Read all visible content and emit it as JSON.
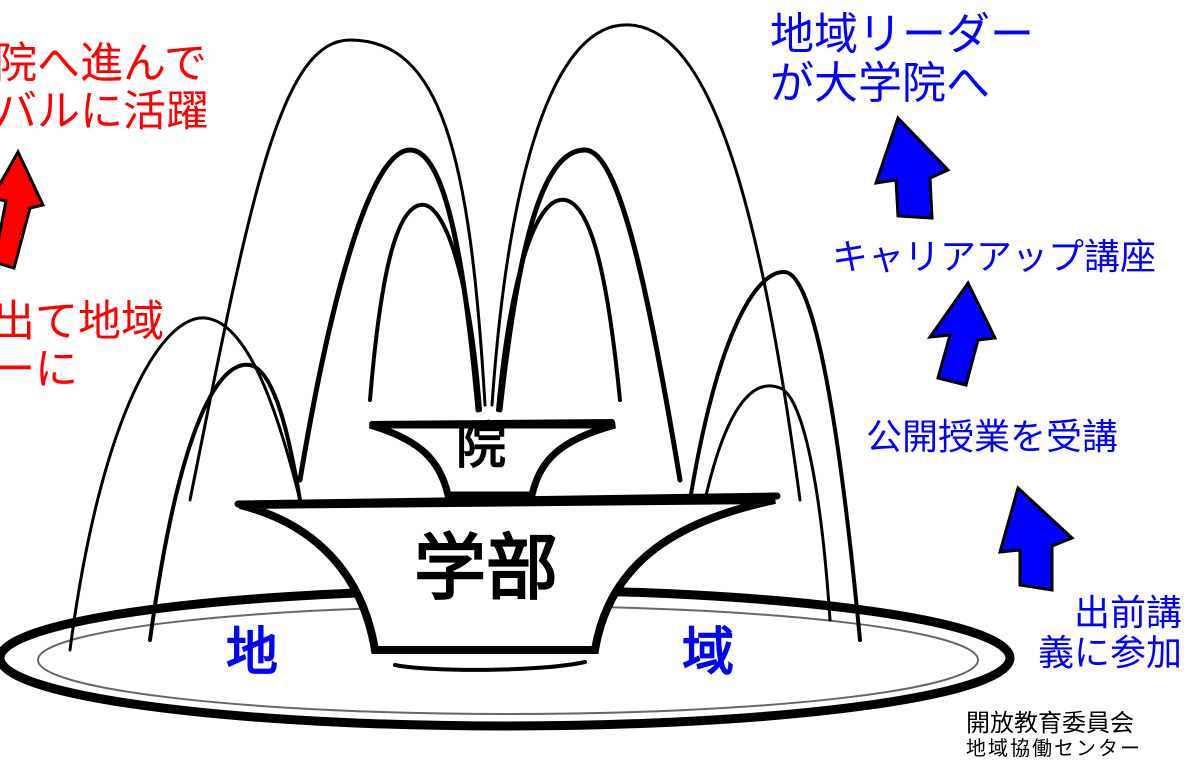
{
  "colors": {
    "graduate_text": "#ff0000",
    "community_text": "#0000ff",
    "arrow_red": "#ff0000",
    "arrow_blue": "#0000ff",
    "ink": "#000000"
  },
  "left_labels": {
    "top_line1": "院へ進んで",
    "top_line2": "バルに活躍",
    "mid_line1": "出て地域",
    "mid_line2": "ーに"
  },
  "right_labels": {
    "top_line1": "地域リーダー",
    "top_line2": "が大学院へ",
    "career_up": "キャリアアップ講座",
    "open_class": "公開授業を受講",
    "demae_line1": "出前講",
    "demae_line2": "義に参加"
  },
  "fountain": {
    "upper_basin": "院",
    "lower_basin": "学部",
    "pool_left": "地",
    "pool_right": "域"
  },
  "credit": {
    "line1": "開放教育委員会",
    "line2": "地域協働センター"
  },
  "icons": {
    "arrow": "arrow-up-icon",
    "fountain": "fountain-drawing"
  }
}
